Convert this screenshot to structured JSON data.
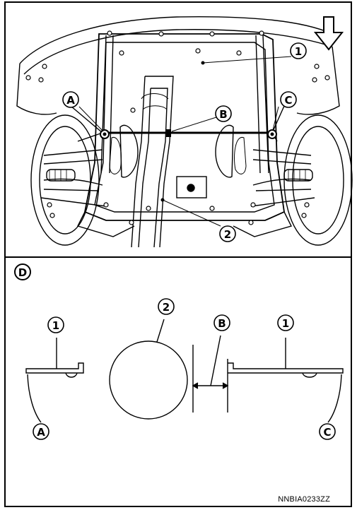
{
  "callouts": {
    "part_1": "1",
    "part_2": "2",
    "point_a": "A",
    "point_b": "B",
    "point_c": "C",
    "section_d": "D"
  },
  "figure_code": "NNBIA0233ZZ",
  "icons": [
    "front-direction-arrow-icon"
  ]
}
